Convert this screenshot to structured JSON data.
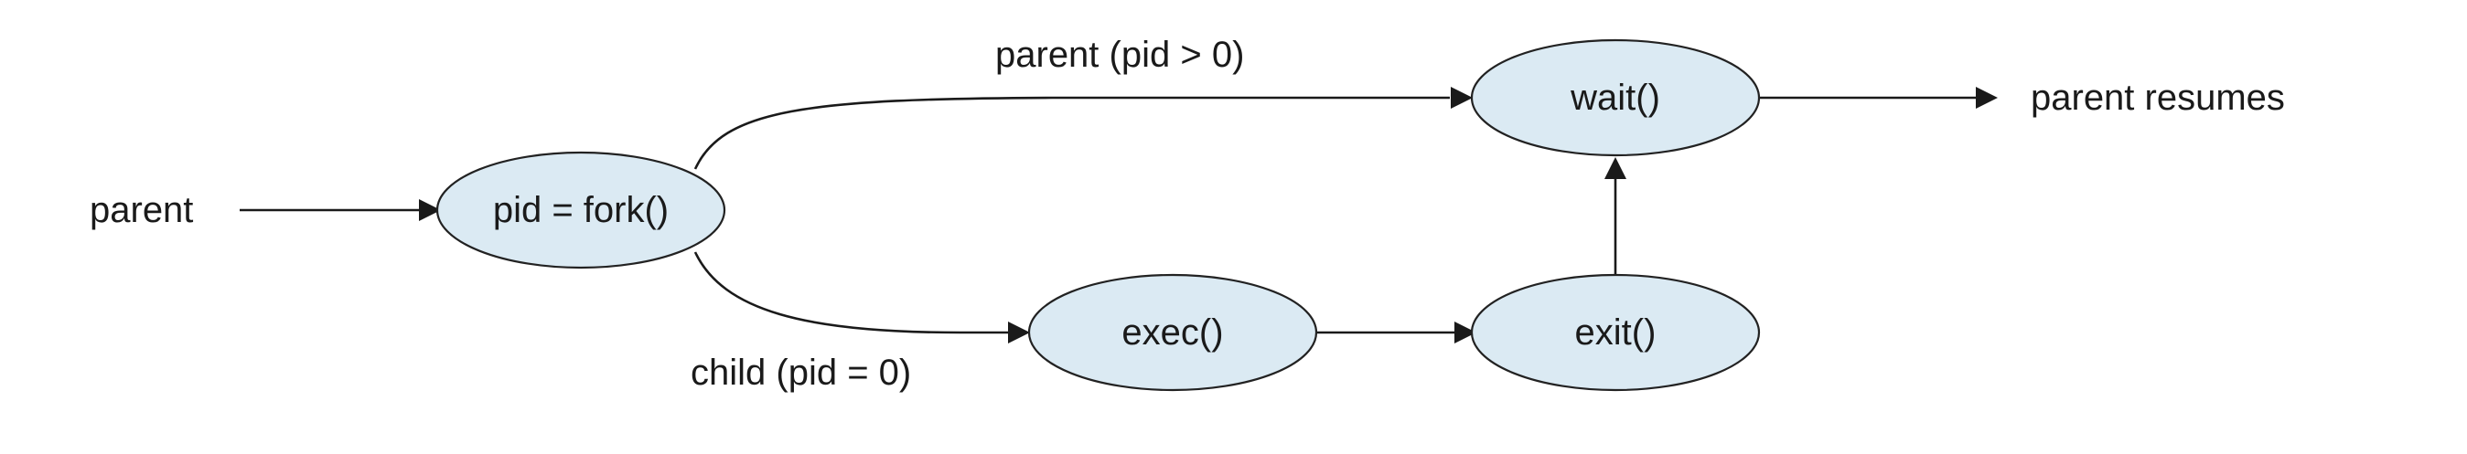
{
  "colors": {
    "node_fill": "#dbeaf3",
    "stroke": "#1a1a1a"
  },
  "nodes": {
    "fork": "pid = fork()",
    "wait": "wait()",
    "exec": "exec()",
    "exit": "exit()"
  },
  "labels": {
    "parent_in": "parent",
    "parent_branch": "parent (pid > 0)",
    "child_branch": "child (pid = 0)",
    "parent_out": "parent resumes"
  }
}
